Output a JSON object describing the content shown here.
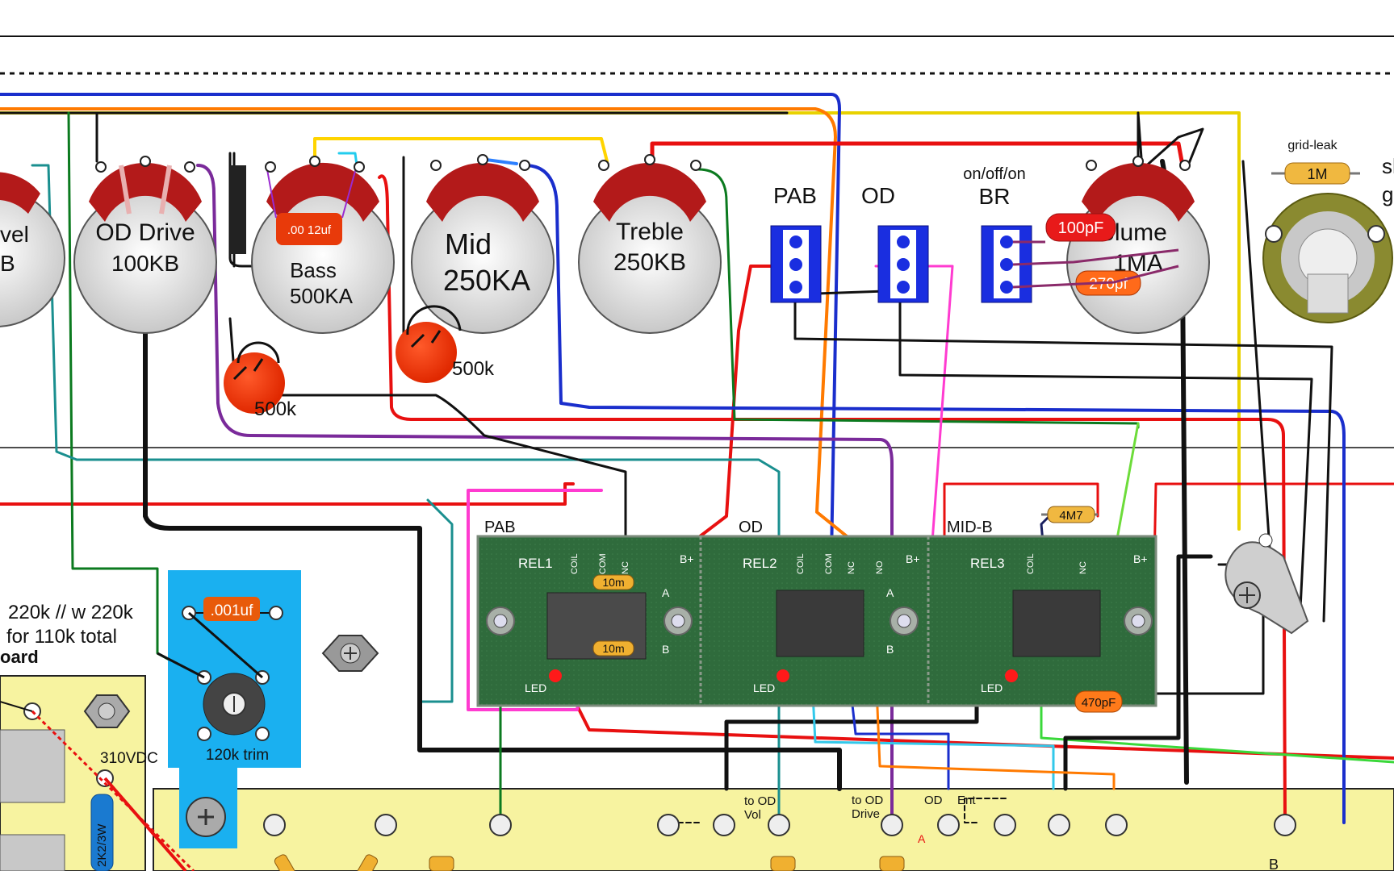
{
  "pots": {
    "level": {
      "line1": "vel",
      "line2": "B"
    },
    "od_drive": {
      "line1": "OD Drive",
      "line2": "100KB"
    },
    "bass": {
      "line1": "Bass",
      "line2": "500KA",
      "cap": ".00 12uf"
    },
    "mid": {
      "line1": "Mid",
      "line2": "250KA"
    },
    "treble": {
      "line1": "Treble",
      "line2": "250KB"
    },
    "volume": {
      "line1": "olume",
      "line2": "1MA",
      "cap_top": "100pF",
      "cap_bottom": "270pf"
    }
  },
  "trim_pots": {
    "bass_trim": "500k",
    "mid_trim": "500k"
  },
  "switches": {
    "pab": "PAB",
    "od": "OD",
    "br_note": "on/off/on",
    "br": "BR"
  },
  "grid_leak": {
    "label": "grid-leak",
    "value": "1M"
  },
  "right_edge": {
    "line1": "sh",
    "line2": "gr"
  },
  "relay_board": {
    "section1": "PAB",
    "section2": "OD",
    "section3": "MID-B",
    "rel1": "REL1",
    "rel2": "REL2",
    "rel3": "REL3",
    "coil": "COIL",
    "com": "COM",
    "nc": "NC",
    "no": "NO",
    "a": "A",
    "b": "B",
    "bplus": "B+",
    "led": "LED",
    "res1": "10m",
    "res2": "10m",
    "res3": "4M7",
    "cap": "470pF"
  },
  "trim_board": {
    "cap": ".001uf",
    "trim": "120k trim"
  },
  "notes": {
    "line1": "220k //  w 220k",
    "line2": "for 110k total",
    "line3": "oard"
  },
  "voltage": "310VDC",
  "resistor_2k2": "2K2/3W",
  "bottom_labels": {
    "to_od_vol_1": "to OD",
    "to_od_vol_2": "Vol",
    "to_od_drive_1": "to OD",
    "to_od_drive_2": "Drive",
    "od": "OD",
    "ent": "Ent",
    "a": "A",
    "b": "B"
  }
}
